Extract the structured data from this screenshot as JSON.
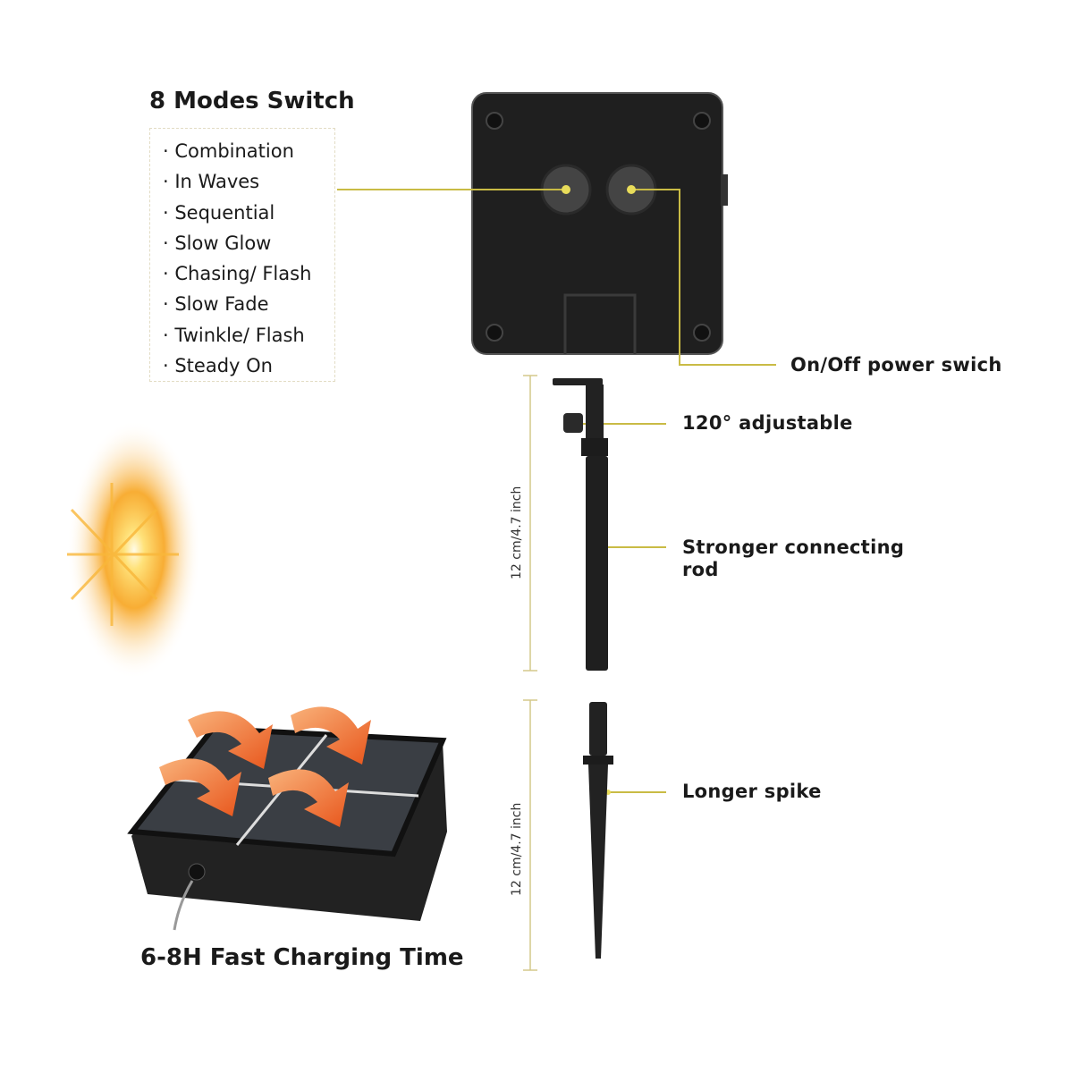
{
  "modes": {
    "title": "8 Modes Switch",
    "items": [
      "· Combination",
      "· In Waves",
      "· Sequential",
      "· Slow Glow",
      "· Chasing/ Flash",
      "· Slow Fade",
      "· Twinkle/ Flash",
      "· Steady On"
    ]
  },
  "callouts": {
    "power": "On/Off power swich",
    "adjust": "120°  adjustable",
    "rod_line1": "Stronger connecting",
    "rod_line2": "rod",
    "spike": "Longer spike"
  },
  "dimensions": {
    "rod": "12 cm/4.7 inch",
    "spike": "12 cm/4.7 inch"
  },
  "charging": "6-8H  Fast Charging Time",
  "colors": {
    "leader": "#c9bb45",
    "device": "#1f1f1f",
    "sun": "#f6a21c",
    "arrow": "#f07a2a"
  }
}
